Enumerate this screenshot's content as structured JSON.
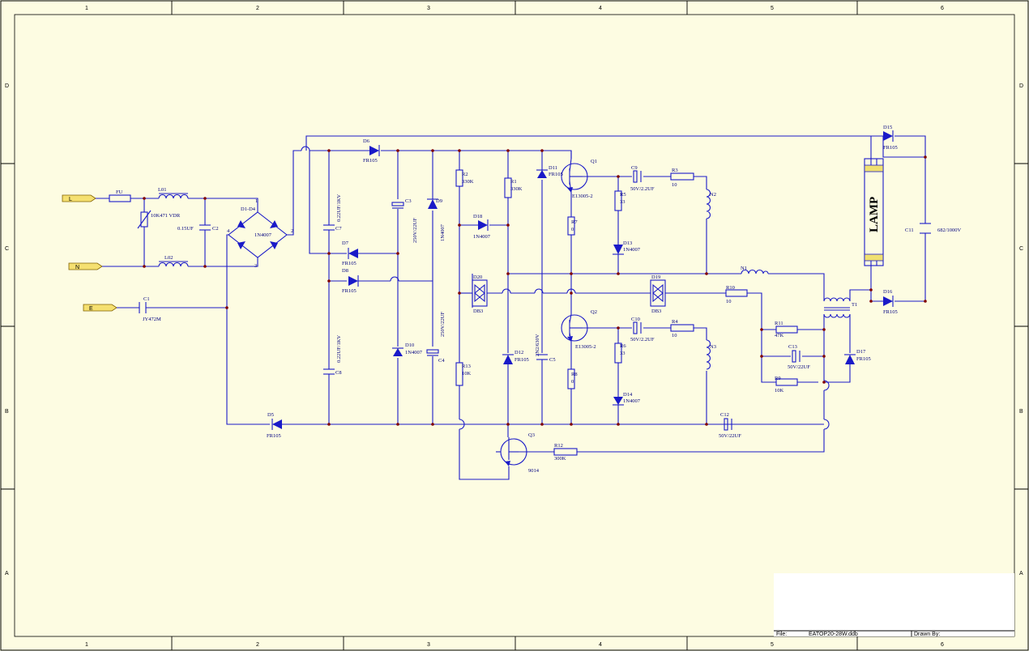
{
  "frame": {
    "columns": [
      "1",
      "2",
      "3",
      "4",
      "5",
      "6"
    ],
    "rows": [
      "D",
      "C",
      "B",
      "A"
    ]
  },
  "title_block": {
    "file_label": "File:",
    "file_value": "EATOP20-28W.ddb",
    "drawn_label": "Drawn By:"
  },
  "ports": {
    "L": "L",
    "N": "N",
    "E": "E"
  },
  "labels": {
    "FU": "FU",
    "L01": "L01",
    "L02": "L02",
    "VDR": "10K471 VDR",
    "C2": "0.15UF",
    "C2ref": "C2",
    "D1D4": "D1-D4",
    "BRIDGE": "1N4007",
    "C1": "C1",
    "C1val": "JY472M",
    "D6": "D6",
    "D6val": "FR105",
    "D7": "D7",
    "D7val": "FR105",
    "D8": "D8",
    "D8val": "FR105",
    "D5": "D5",
    "D5val": "FR105",
    "C7": "C7",
    "C7val": "0.22UF/1KV",
    "C8": "C8",
    "C8val": "0.22UF/1KV",
    "C3": "C3",
    "C3val": "250V/22UF",
    "D9": "D9",
    "D9val": "1N4007",
    "D10": "D10",
    "D10val": "1N4007",
    "C4": "C4",
    "C4val": "250V/22UF",
    "R2": "R2",
    "R2val": "330K",
    "R1": "R1",
    "R1val": "330K",
    "R13": "R13",
    "R13val": "10K",
    "D18": "D18",
    "D18val": "1N4007",
    "D20": "D20",
    "DB3a": "DB3",
    "D11": "D11",
    "D11val": "FR105",
    "D12": "D12",
    "D12val": "FR105",
    "C5": "C5",
    "C5val": "2N2/630V",
    "R7": "R7",
    "R7val": "0",
    "R8": "R8",
    "R8val": "0",
    "Q1": "Q1",
    "Q1val": "E13005-2",
    "Q2": "Q2",
    "Q2val": "E13005-2",
    "Q3": "Q3",
    "Q3val": "9014",
    "R5": "R5",
    "R5val": "33",
    "R6": "R6",
    "R6val": "33",
    "D13": "D13",
    "D13val": "1N4007",
    "D14": "D14",
    "D14val": "1N4007",
    "C9": "C9",
    "C9val": "50V/2.2UF",
    "C10": "C10",
    "C10val": "50V/2.2UF",
    "R3": "R3",
    "R3val": "10",
    "R4": "R4",
    "R4val": "10",
    "N2": "N2",
    "N3": "N3",
    "N1": "N1",
    "T1": "T1",
    "D19": "D19",
    "DB3b": "DB3",
    "R10": "R10",
    "R10val": "10",
    "R11": "R11",
    "R11val": "47K",
    "C13": "C13",
    "C13val": "50V/22UF",
    "R9": "R9",
    "R9val": "10K",
    "D17": "D17",
    "D17val": "FR105",
    "C12": "C12",
    "C12val": "50V/22UF",
    "R12": "R12",
    "R12val": "300K",
    "D15": "D15",
    "D15val": "FR105",
    "D16": "D16",
    "D16val": "FR105",
    "C11": "C11",
    "C11val": "682/1000V",
    "LAMP": "LAMP",
    "pin1": "1",
    "pin2": "2",
    "pin3": "3",
    "pin4": "4"
  }
}
